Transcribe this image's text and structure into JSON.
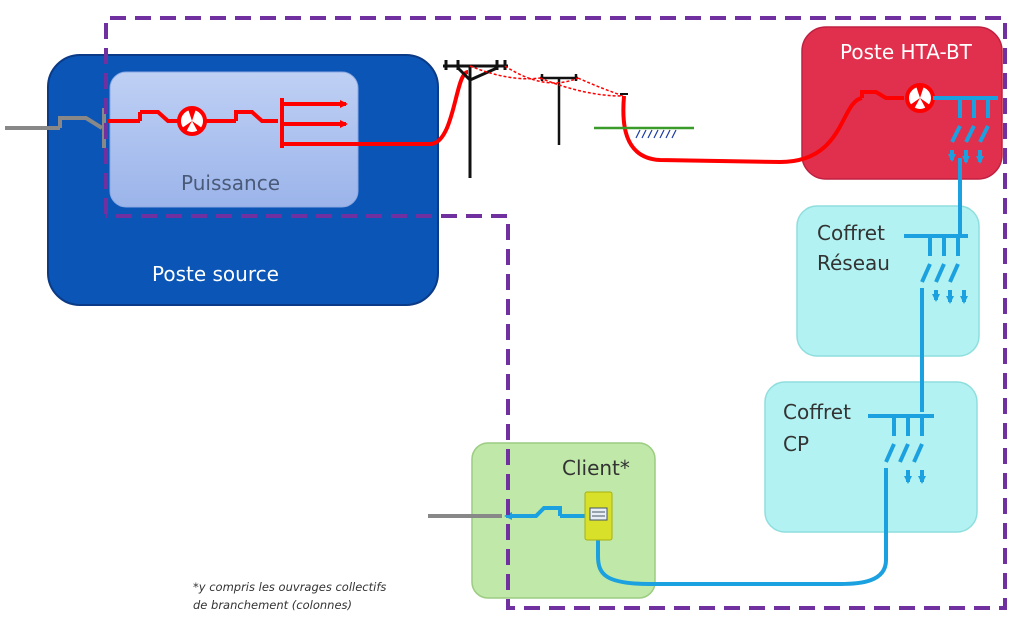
{
  "labels": {
    "puissance": "Puissance",
    "poste_source": "Poste source",
    "poste_hta_bt": "Poste HTA-BT",
    "coffret_reseau_line1": "Coffret",
    "coffret_reseau_line2": "Réseau",
    "coffret_cp_line1": "Coffret",
    "coffret_cp_line2": "CP",
    "client": "Client*"
  },
  "footnote": {
    "line1": "*y compris les ouvrages collectifs",
    "line2": "de branchement (colonnes)"
  },
  "colors": {
    "poste_source": "#0a55b5",
    "puissance": "#a9c2f0",
    "poste_hta_bt": "#e0304e",
    "coffret": "#b3f2f2",
    "client": "#c0e8a8",
    "hta_line": "#ff0000",
    "bt_line": "#1ba0e0",
    "boundary": "#7030a0",
    "ground": "#3a9a2a"
  }
}
